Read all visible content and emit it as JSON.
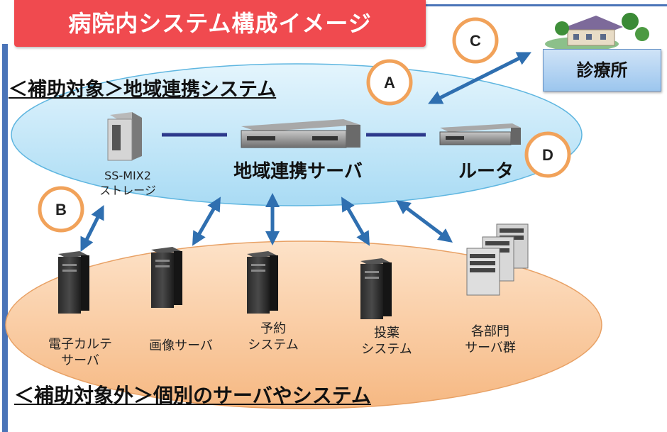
{
  "title": "病院内システム構成イメージ",
  "heading_top": "＜補助対象＞地域連携システム",
  "heading_bottom": "＜補助対象外＞個別のサーバやシステム",
  "clinic": "診療所",
  "server_label": "地域連携サーバ",
  "router_label": "ルータ",
  "storage_label": "SS-MIX2\nストレージ",
  "markers": {
    "a": "A",
    "b": "B",
    "c": "C",
    "d": "D"
  },
  "systems": {
    "karte": "電子カルテ\nサーバ",
    "image": "画像サーバ",
    "reservation": "予約\nシステム",
    "medication": "投薬\nシステム",
    "departments": "各部門\nサーバ群"
  },
  "colors": {
    "banner": "#f04a4f",
    "accent_blue": "#4a74b8",
    "top_ellipse": "#bfe4f7",
    "bottom_ellipse": "#f9c79b",
    "marker_ring": "#f1a25a",
    "arrow": "#2f6fb0"
  }
}
